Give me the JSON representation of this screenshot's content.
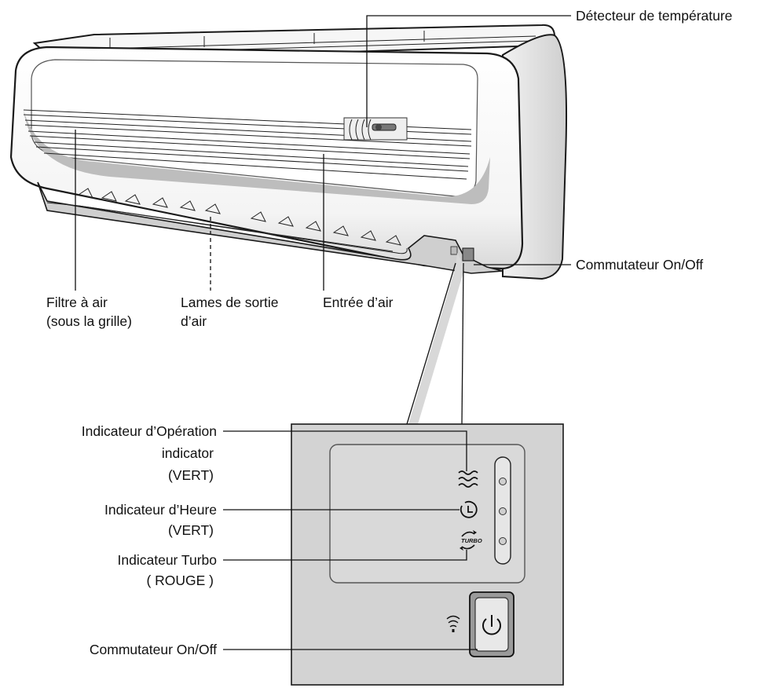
{
  "labels": {
    "temperature_sensor": "Détecteur de température",
    "onoff_unit": "Commutateur On/Off",
    "air_filter_1": "Filtre à air",
    "air_filter_2": "(sous la grille)",
    "louvers_1": "Lames de sortie",
    "louvers_2": "d’air",
    "air_inlet": "Entrée d’air",
    "op_indicator_1": "Indicateur d’Opération",
    "op_indicator_2": "indicator",
    "op_indicator_3": "(VERT)",
    "timer_indicator_1": "Indicateur d’Heure",
    "timer_indicator_2": "(VERT)",
    "turbo_indicator_1": "Indicateur Turbo",
    "turbo_indicator_2": "( ROUGE )",
    "onoff_panel": "Commutateur On/Off",
    "turbo_icon_text": "TURBO"
  },
  "icons": {
    "operation": "wave-icon",
    "timer": "clock-icon",
    "turbo": "turbo-icon",
    "signal": "wireless-signal-icon",
    "power": "power-icon"
  }
}
